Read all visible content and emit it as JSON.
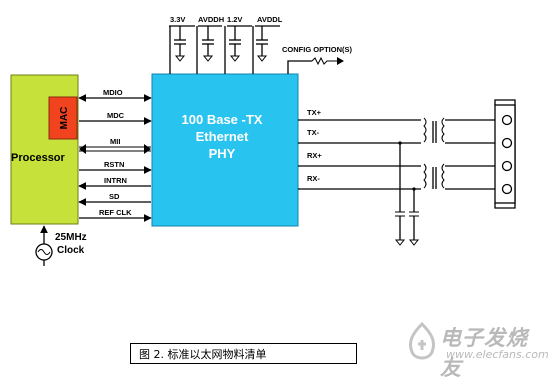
{
  "phy": {
    "line1": "100 Base -TX",
    "line2": "Ethernet",
    "line3": "PHY"
  },
  "processor": {
    "label": "Processor",
    "mac": "MAC"
  },
  "signals": {
    "mdio": "MDIO",
    "mdc": "MDC",
    "mii": "MII",
    "rstn": "RSTN",
    "intrn": "INTRN",
    "sd": "SD",
    "ref_clk": "REF CLK"
  },
  "power": {
    "v33": "3.3V",
    "avddh": "AVDDH",
    "v12": "1.2V",
    "avddl": "AVDDL"
  },
  "config": "CONFIG OPTION(S)",
  "pairs": {
    "tx_p": "TX+",
    "tx_n": "TX-",
    "rx_p": "RX+",
    "rx_n": "RX-"
  },
  "clock": {
    "freq": "25MHz",
    "label": "Clock"
  },
  "caption": "图 2. 标准以太网物料清单",
  "watermark": {
    "brand": "电子发烧友",
    "url": "www.elecfans.com"
  },
  "colors": {
    "processor": "#c6e23a",
    "phy": "#29c3ef",
    "mac": "#f0431e"
  }
}
